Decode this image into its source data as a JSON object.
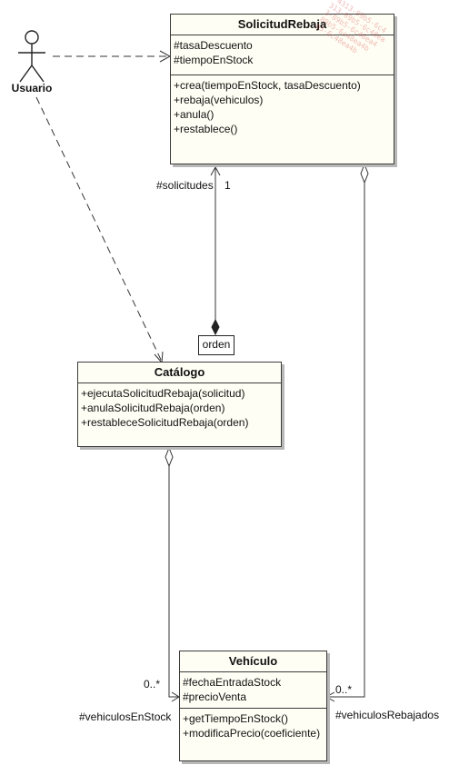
{
  "classes": {
    "solicitud": {
      "name": "SolicitudRebaja",
      "attributes": [
        "#tasaDescuento",
        "#tiempoEnStock"
      ],
      "operations": [
        "+crea(tiempoEnStock, tasaDescuento)",
        "+rebaja(vehiculos)",
        "+anula()",
        "+restablece()"
      ]
    },
    "catalogo": {
      "name": "Catálogo",
      "operations": [
        "+ejecutaSolicitudRebaja(solicitud)",
        "+anulaSolicitudRebaja(orden)",
        "+restableceSolicitudRebaja(orden)"
      ]
    },
    "vehiculo": {
      "name": "Vehículo",
      "attributes": [
        "#fechaEntradaStock",
        "#precioVenta"
      ],
      "operations": [
        "+getTiempoEnStock()",
        "+modificaPrecio(coeficiente)"
      ]
    }
  },
  "actor": {
    "name": "Usuario"
  },
  "qualifier": {
    "label": "orden"
  },
  "roles": {
    "solicitudes": "#solicitudes",
    "solicitudes_mult": "1",
    "en_stock": "#vehiculosEnStock",
    "en_stock_mult": "0..*",
    "rebajados": "#vehiculosRebajados",
    "rebajados_mult": "0..*"
  },
  "watermark": [
    "-4313-89b5-6c4",
    "313-89b5-6c48ea",
    "3-89b5-6c48ea4",
    "89b5-6c48ea4b",
    "b5-6c48ea4b"
  ]
}
